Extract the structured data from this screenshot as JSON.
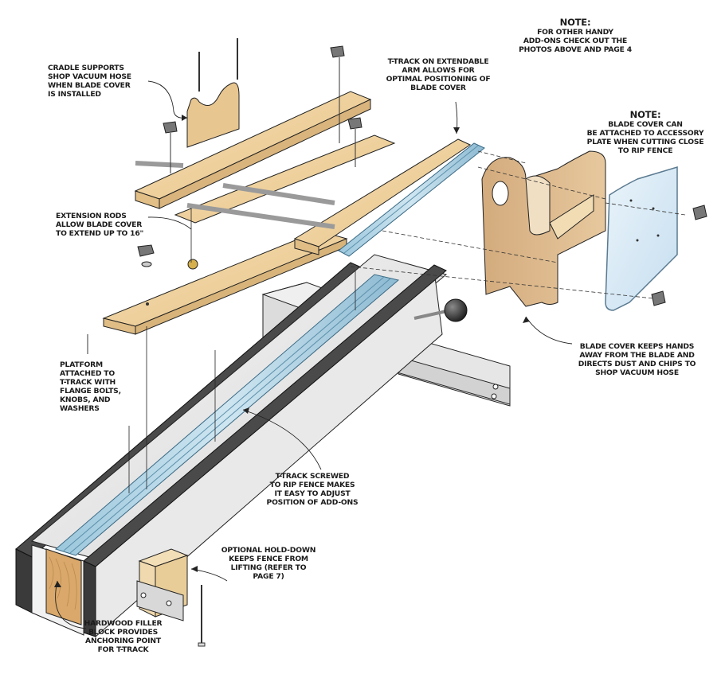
{
  "diagram": {
    "title": "Rip Fence T-Track Add-Ons Exploded View",
    "colors": {
      "wood_light": "#f3d9a4",
      "wood_mid": "#e6c48a",
      "plywood": "#d9b48a",
      "aluminum_track": "#b9d9e8",
      "fence_gray": "#e8e8e8",
      "fence_dark": "#4a4a4a",
      "acrylic": "#dcebf5",
      "knob": "#6e6e6e",
      "line": "#222222"
    },
    "notes": [
      {
        "id": "note-other-addons",
        "lead": "NOTE:",
        "text": "FOR OTHER HANDY\nADD-ONS CHECK OUT THE\nPHOTOS ABOVE AND PAGE 4"
      },
      {
        "id": "note-accessory-plate",
        "lead": "NOTE:",
        "text": "BLADE COVER CAN\nBE ATTACHED TO ACCESSORY\nPLATE WHEN CUTTING CLOSE\nTO RIP FENCE"
      }
    ],
    "callouts": [
      {
        "id": "cradle",
        "text": "CRADLE SUPPORTS\nSHOP VACUUM HOSE\nWHEN BLADE COVER\nIS INSTALLED"
      },
      {
        "id": "t-track-arm",
        "text": "T-TRACK ON EXTENDABLE\nARM ALLOWS FOR\nOPTIMAL POSITIONING OF\nBLADE COVER"
      },
      {
        "id": "extension-rods",
        "text": "EXTENSION RODS\nALLOW BLADE COVER\nTO EXTEND UP TO 16\""
      },
      {
        "id": "platform",
        "text": "PLATFORM\nATTACHED TO\nT-TRACK WITH\nFLANGE BOLTS,\nKNOBS, AND\nWASHERS"
      },
      {
        "id": "blade-cover",
        "text": "BLADE COVER KEEPS HANDS\nAWAY FROM THE BLADE AND\nDIRECTS DUST AND CHIPS TO\nSHOP VACUUM HOSE"
      },
      {
        "id": "t-track-fence",
        "text": "T-TRACK SCREWED\nTO RIP FENCE MAKES\nIT EASY TO ADJUST\nPOSITION OF ADD-ONS"
      },
      {
        "id": "hold-down",
        "text": "OPTIONAL HOLD-DOWN\nKEEPS FENCE FROM\nLIFTING (REFER TO\nPAGE 7)"
      },
      {
        "id": "filler-block",
        "text": "HARDWOOD FILLER\nBLOCK PROVIDES\nANCHORING POINT\nFOR T-TRACK"
      }
    ]
  }
}
